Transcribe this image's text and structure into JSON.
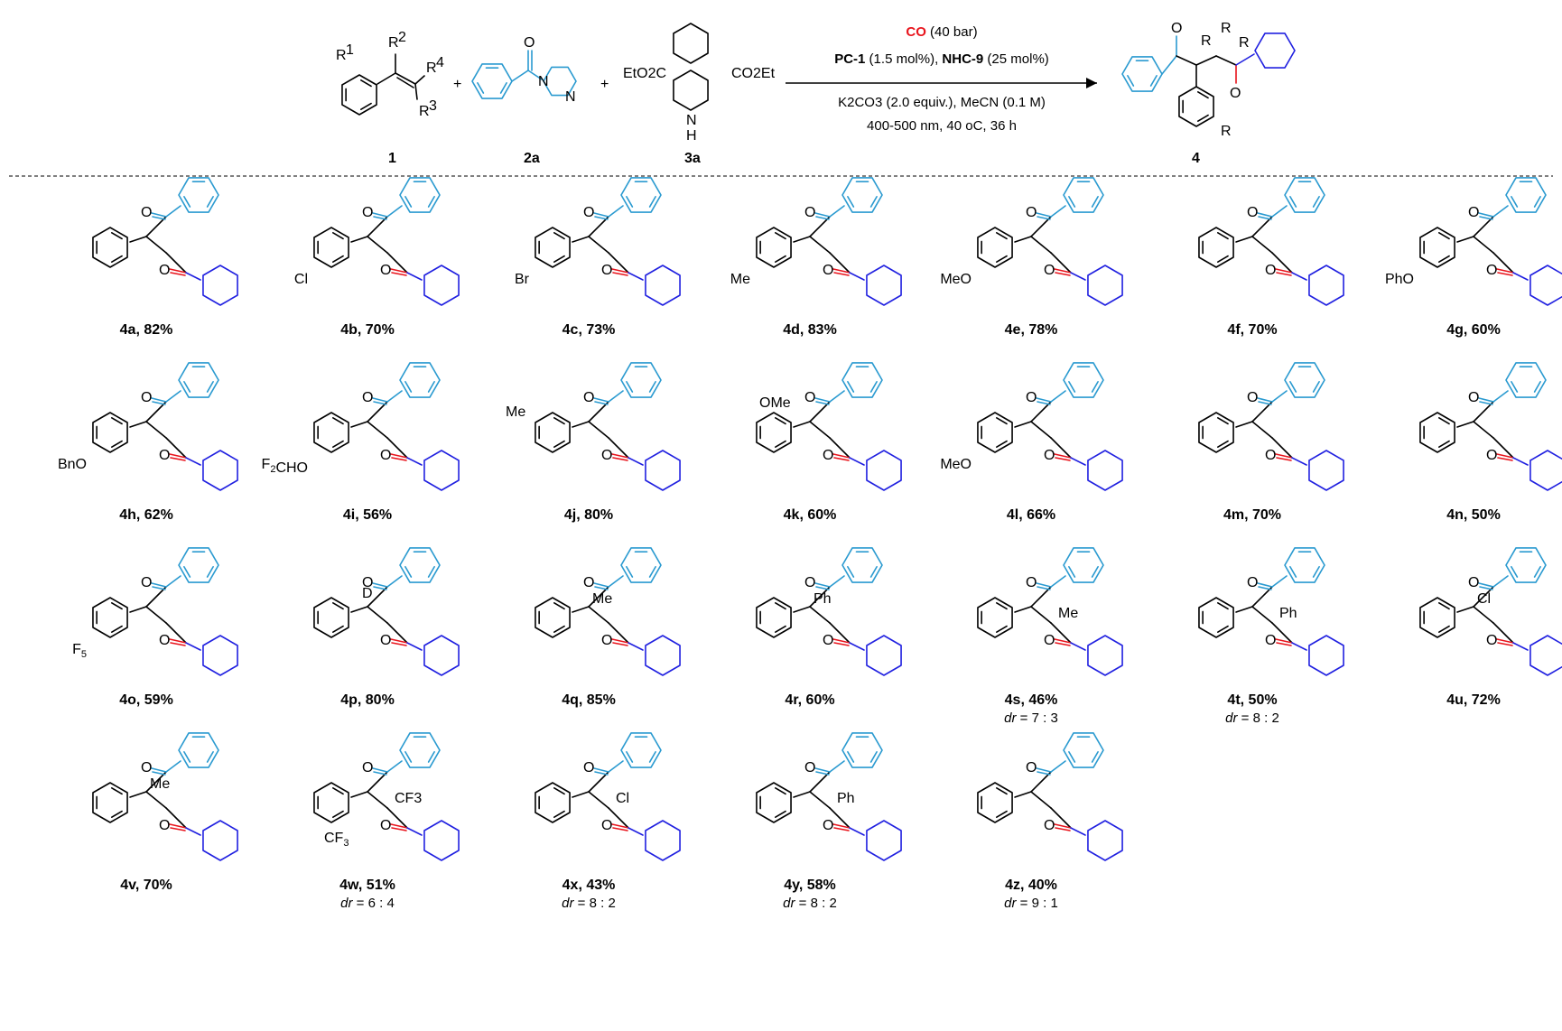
{
  "colors": {
    "acyl": "#2a9ad0",
    "carbonyl": "#e8141c",
    "cyclohexyl": "#2020e0",
    "text": "#000000"
  },
  "scheme": {
    "reactant_labels": [
      "1",
      "2a",
      "3a"
    ],
    "product_label": "4",
    "plus": "+",
    "reagent_1_groups": {
      "r1": "R1",
      "r2": "R2",
      "r3": "R3",
      "r4": "R4"
    },
    "reagent_3_groups": {
      "ester_left": "EtO2C",
      "ester_right": "CO2Et",
      "nh": "N",
      "h": "H"
    },
    "conditions": {
      "gas": "CO",
      "pressure": "(40 bar)",
      "catalyst": "PC-1",
      "catalyst_loading": "(1.5 mol%),",
      "nhc": "NHC-9",
      "nhc_loading": "(25 mol%)",
      "base_line": "K2CO3 (2.0 equiv.), MeCN (0.1 M)",
      "light_line": "400-500 nm, 40 oC, 36 h"
    }
  },
  "products": [
    {
      "id": "4a",
      "yield": "82%",
      "dr": "",
      "sub": ""
    },
    {
      "id": "4b",
      "yield": "70%",
      "dr": "",
      "sub": "Cl"
    },
    {
      "id": "4c",
      "yield": "73%",
      "dr": "",
      "sub": "Br"
    },
    {
      "id": "4d",
      "yield": "83%",
      "dr": "",
      "sub": "Me"
    },
    {
      "id": "4e",
      "yield": "78%",
      "dr": "",
      "sub": "MeO"
    },
    {
      "id": "4f",
      "yield": "70%",
      "dr": "",
      "sub": ""
    },
    {
      "id": "4g",
      "yield": "60%",
      "dr": "",
      "sub": "PhO"
    },
    {
      "id": "4h",
      "yield": "62%",
      "dr": "",
      "sub": "BnO"
    },
    {
      "id": "4i",
      "yield": "56%",
      "dr": "",
      "sub": "F2CHO"
    },
    {
      "id": "4j",
      "yield": "80%",
      "dr": "",
      "sub": "Me"
    },
    {
      "id": "4k",
      "yield": "60%",
      "dr": "",
      "sub": "OMe"
    },
    {
      "id": "4l",
      "yield": "66%",
      "dr": "",
      "sub": "MeO"
    },
    {
      "id": "4m",
      "yield": "70%",
      "dr": "",
      "sub": ""
    },
    {
      "id": "4n",
      "yield": "50%",
      "dr": "",
      "sub": ""
    },
    {
      "id": "4o",
      "yield": "59%",
      "dr": "",
      "sub": "F5"
    },
    {
      "id": "4p",
      "yield": "80%",
      "dr": "",
      "sub": "D"
    },
    {
      "id": "4q",
      "yield": "85%",
      "dr": "",
      "sub": "Me"
    },
    {
      "id": "4r",
      "yield": "60%",
      "dr": "",
      "sub": "Ph"
    },
    {
      "id": "4s",
      "yield": "46%",
      "dr": "7 : 3",
      "sub": "Me"
    },
    {
      "id": "4t",
      "yield": "50%",
      "dr": "8 : 2",
      "sub": "Ph"
    },
    {
      "id": "4u",
      "yield": "72%",
      "dr": "",
      "sub": "Cl"
    },
    {
      "id": "4v",
      "yield": "70%",
      "dr": "",
      "sub": "Me"
    },
    {
      "id": "4w",
      "yield": "51%",
      "dr": "6 : 4",
      "sub": "CF3"
    },
    {
      "id": "4x",
      "yield": "43%",
      "dr": "8 : 2",
      "sub": "Cl"
    },
    {
      "id": "4y",
      "yield": "58%",
      "dr": "8 : 2",
      "sub": "Ph"
    },
    {
      "id": "4z",
      "yield": "40%",
      "dr": "9 : 1",
      "sub": ""
    }
  ]
}
